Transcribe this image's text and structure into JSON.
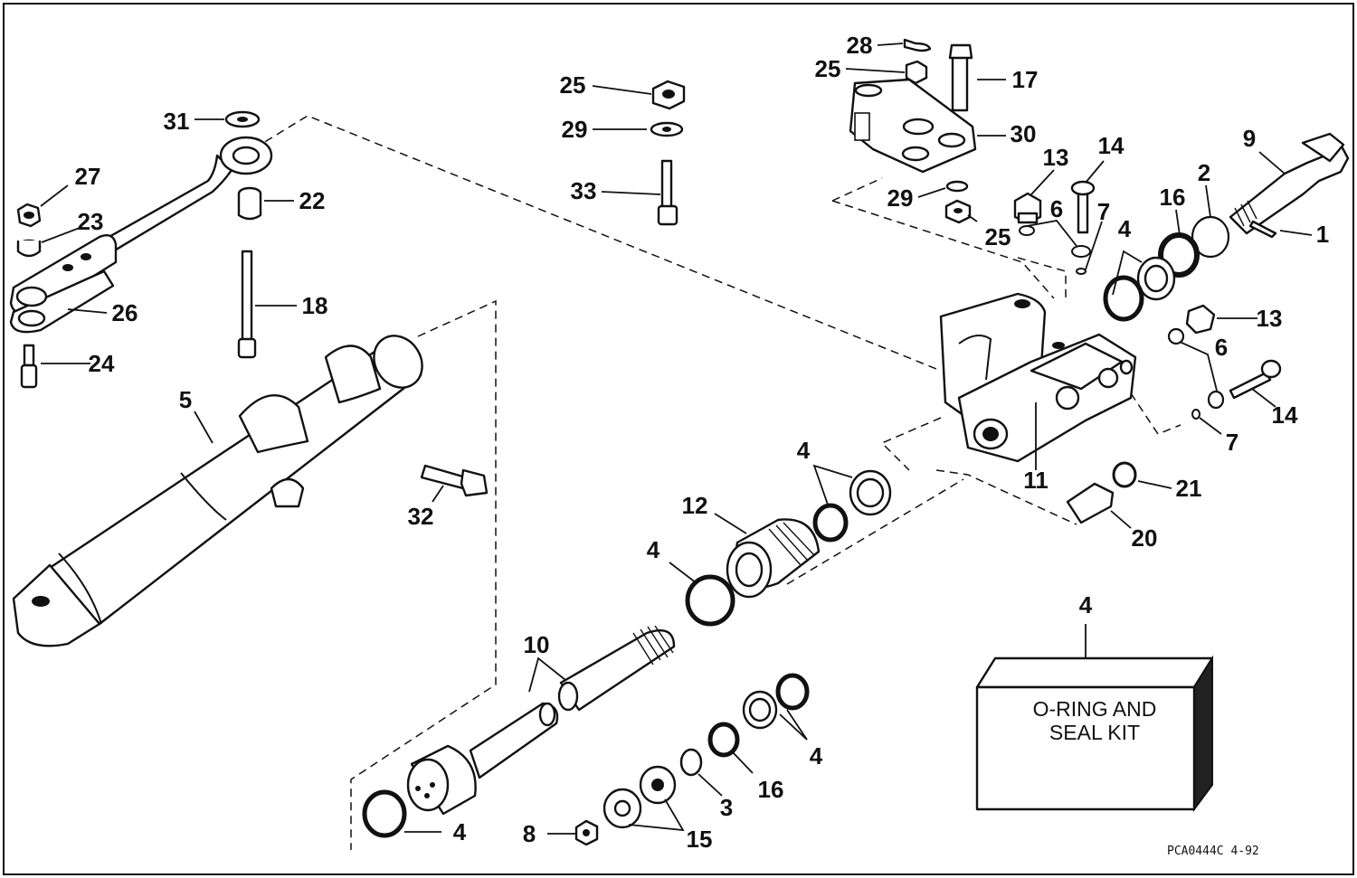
{
  "diagram": {
    "callouts": {
      "c31": "31",
      "c27": "27",
      "c23": "23",
      "c26": "26",
      "c24": "24",
      "c22": "22",
      "c18": "18",
      "c5": "5",
      "c32": "32",
      "c25a": "25",
      "c29a": "29",
      "c33": "33",
      "c28": "28",
      "c25b": "25",
      "c17": "17",
      "c30": "30",
      "c29b": "29",
      "c25c": "25",
      "c13a": "13",
      "c14a": "14",
      "c6a": "6",
      "c7a": "7",
      "c4a": "4",
      "c16a": "16",
      "c2": "2",
      "c9": "9",
      "c1": "1",
      "c13b": "13",
      "c6b": "6",
      "c14b": "14",
      "c7b": "7",
      "c11": "11",
      "c21": "21",
      "c20": "20",
      "c4b": "4",
      "c12": "12",
      "c4c": "4",
      "c10": "10",
      "c4d": "4",
      "c16b": "16",
      "c3": "3",
      "c15": "15",
      "c8": "8",
      "c4e": "4",
      "c4kit": "4"
    },
    "kit": {
      "line1": "O-RING AND",
      "line2": "SEAL KIT"
    },
    "code": "PCA0444C  4-92"
  }
}
